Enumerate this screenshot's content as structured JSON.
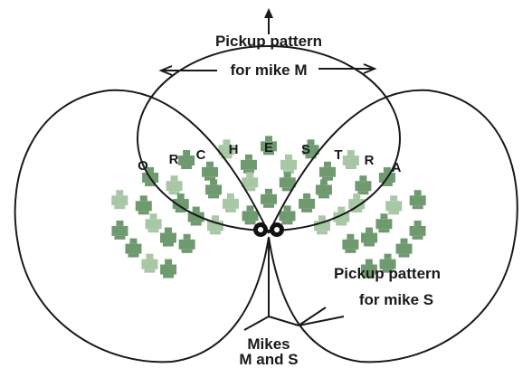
{
  "labels": {
    "m_line1": "Pickup pattern",
    "m_line2": "for mike M",
    "s_line1": "Pickup pattern",
    "s_line2": "for mike S",
    "mikes_line1": "Mikes",
    "mikes_line2": "M and S"
  },
  "orchestra_letters": [
    "O",
    "R",
    "C",
    "H",
    "E",
    "S",
    "T",
    "R",
    "A"
  ],
  "colors": {
    "ink": "#1a1a1a",
    "player": "#6f9a6f",
    "player_light": "#a8c7a4"
  }
}
